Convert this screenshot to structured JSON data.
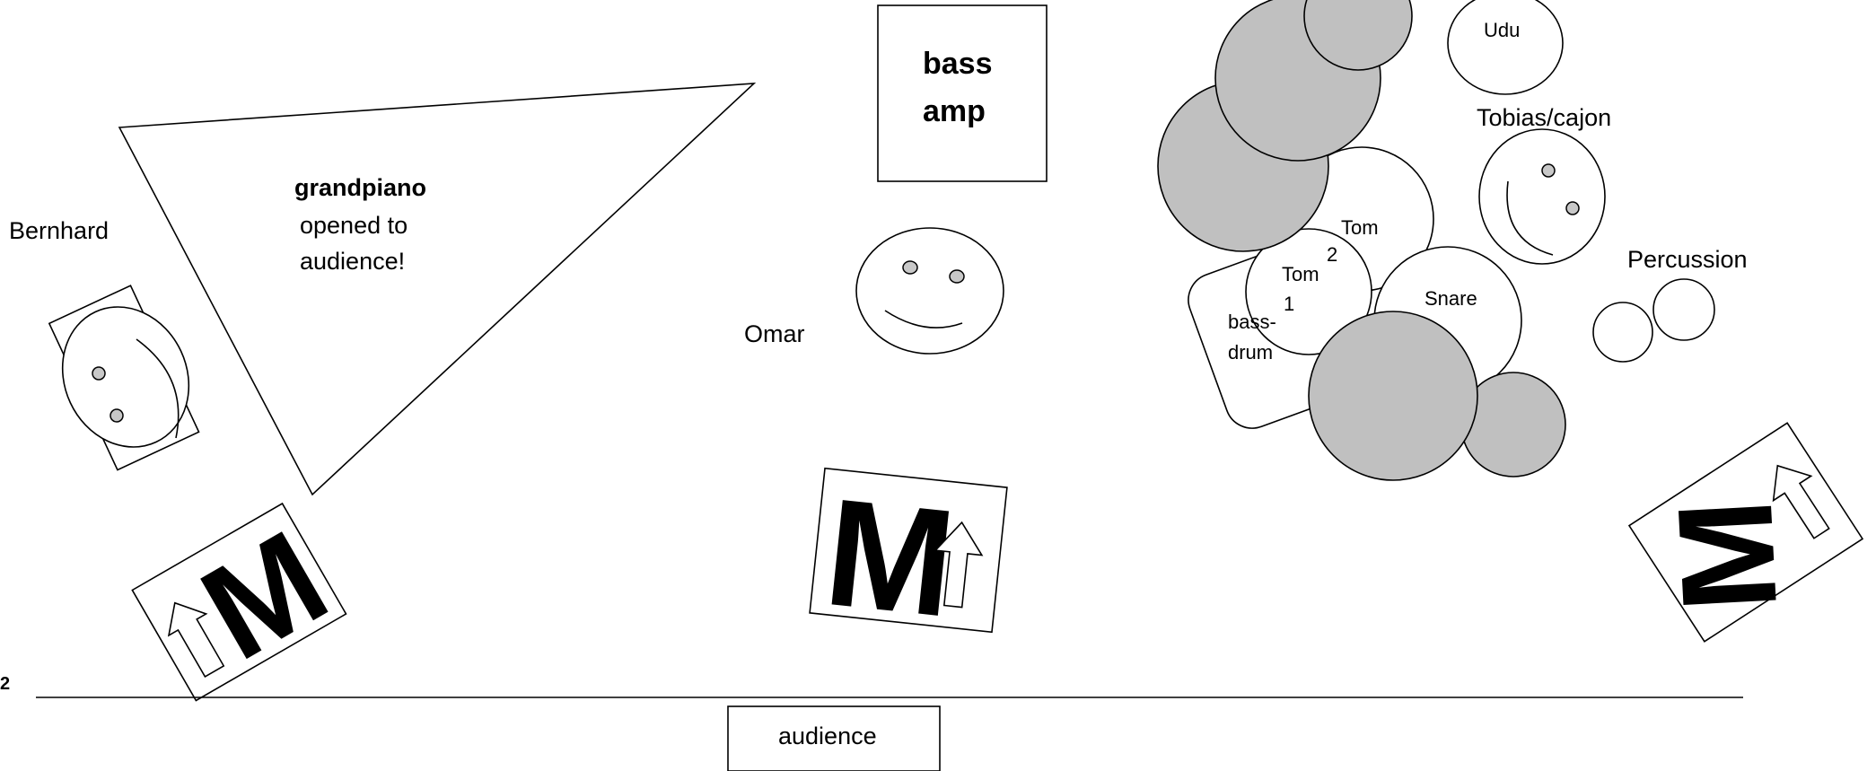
{
  "piano": {
    "title": "grandpiano",
    "note_line1": "opened to",
    "note_line2": "audience!"
  },
  "bass_amp": {
    "line1": "bass",
    "line2": "amp"
  },
  "musicians": {
    "bernhard": "Bernhard",
    "omar": "Omar",
    "tobias": "Tobias/cajon"
  },
  "drums": {
    "udu": "Udu",
    "tom2_name": "Tom",
    "tom2_num": "2",
    "tom1_name": "Tom",
    "tom1_num": "1",
    "snare": "Snare",
    "bassdrum_line1": "bass-",
    "bassdrum_line2": "drum"
  },
  "percussion": "Percussion",
  "monitors": {
    "left": "M",
    "center": "M",
    "right": "M"
  },
  "page_mark": "2",
  "audience": "audience"
}
